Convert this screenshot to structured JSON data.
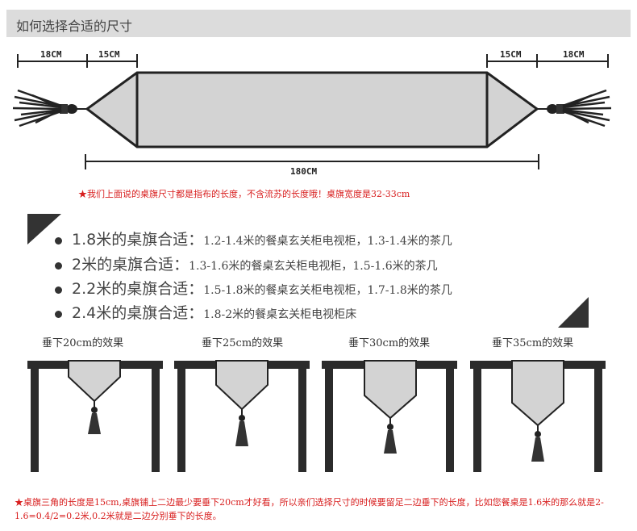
{
  "header": {
    "title": "如何选择合适的尺寸"
  },
  "measurements": {
    "left_tassel": "18CM",
    "left_triangle": "15CM",
    "right_triangle": "15CM",
    "right_tassel": "18CM",
    "total": "180CM"
  },
  "note": {
    "star": "★",
    "text": "我们上面说的桌旗尺寸都是指布的长度，不含流苏的长度哦！桌旗宽度是32-33cm"
  },
  "specs": [
    {
      "heading": "1.8米的桌旗合适：",
      "detail": "1.2-1.4米的餐桌玄关柜电视柜，1.3-1.4米的茶几"
    },
    {
      "heading": "2米的桌旗合适：",
      "detail": "1.3-1.6米的餐桌玄关柜电视柜，1.5-1.6米的茶几"
    },
    {
      "heading": "2.2米的桌旗合适：",
      "detail": "1.5-1.8米的餐桌玄关柜电视柜，1.7-1.8米的茶几"
    },
    {
      "heading": "2.4米的桌旗合适：",
      "detail": "1.8-2米的餐桌玄关柜电视柜床"
    }
  ],
  "drops": [
    {
      "label": "垂下20cm的效果"
    },
    {
      "label": "垂下25cm的效果"
    },
    {
      "label": "垂下30cm的效果"
    },
    {
      "label": "垂下35cm的效果"
    }
  ],
  "footer": {
    "star": "★",
    "text": "桌旗三角的长度是15cm,桌旗铺上二边最少要垂下20cm才好看，所以亲们选择尺寸的时候要留足二边垂下的长度，比如您餐桌是1.6米的那么就是2-1.6=0.4/2=0.2米,0.2米就是二边分别垂下的长度。"
  },
  "colors": {
    "fabric": "#d3d3d3",
    "outline": "#222222",
    "table": "#2b2b2b",
    "accent": "#d81e1e",
    "header_bg": "#dcdcdc"
  }
}
